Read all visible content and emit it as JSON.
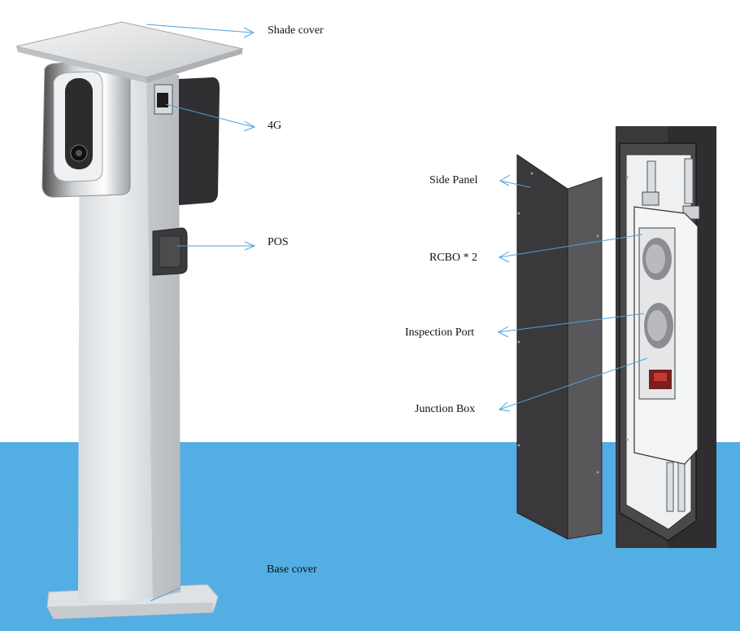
{
  "colors": {
    "background": "#ffffff",
    "band": "#52aee3",
    "leader": "#4aa3df",
    "pillar_light": "#eceeef",
    "pillar_shade": "#cfd3d6",
    "panel_dark": "#3c3a3c",
    "panel_mid": "#59575a"
  },
  "left_callouts": {
    "shade_cover": "Shade cover",
    "four_g": "4G",
    "pos": "POS",
    "base_cover": "Base cover"
  },
  "right_callouts": {
    "side_panel": "Side Panel",
    "rcbo": "RCBO * 2",
    "inspection_port": "Inspection Port",
    "junction_box": "Junction Box"
  }
}
